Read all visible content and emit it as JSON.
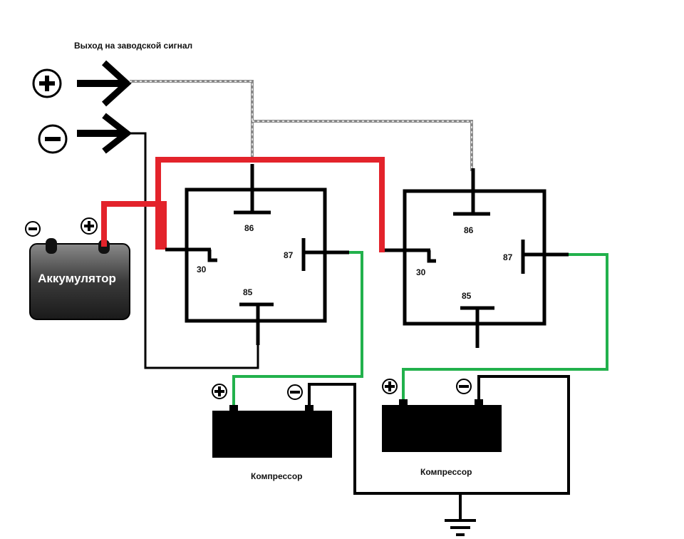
{
  "title": "Выход на заводской сигнал",
  "battery": {
    "label": "Аккумулятор"
  },
  "relay1": {
    "pin86": "86",
    "pin87": "87",
    "pin30": "30",
    "pin85": "85"
  },
  "relay2": {
    "pin86": "86",
    "pin87": "87",
    "pin30": "30",
    "pin85": "85"
  },
  "compressor1": {
    "label": "Компрессор"
  },
  "compressor2": {
    "label": "Компрессор"
  },
  "colors": {
    "power_wire": "#e3232b",
    "output_wire": "#22b14c",
    "signal_wire": "#8a8a8a",
    "ground_wire": "#000000"
  }
}
